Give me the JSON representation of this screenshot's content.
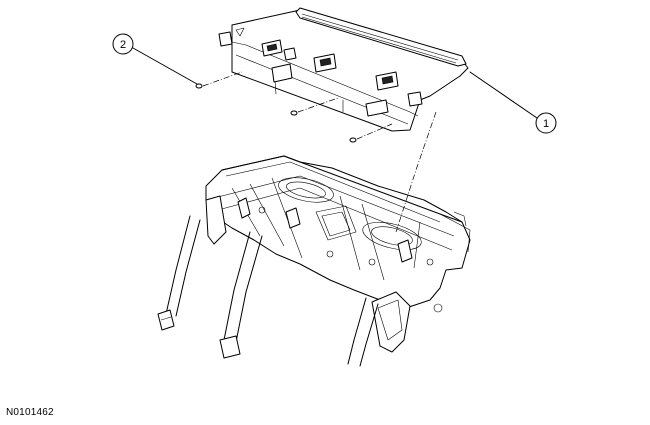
{
  "diagram": {
    "callouts": [
      {
        "id": "callout-1",
        "label": "1"
      },
      {
        "id": "callout-2",
        "label": "2"
      }
    ],
    "reference_code": "N0101462"
  }
}
